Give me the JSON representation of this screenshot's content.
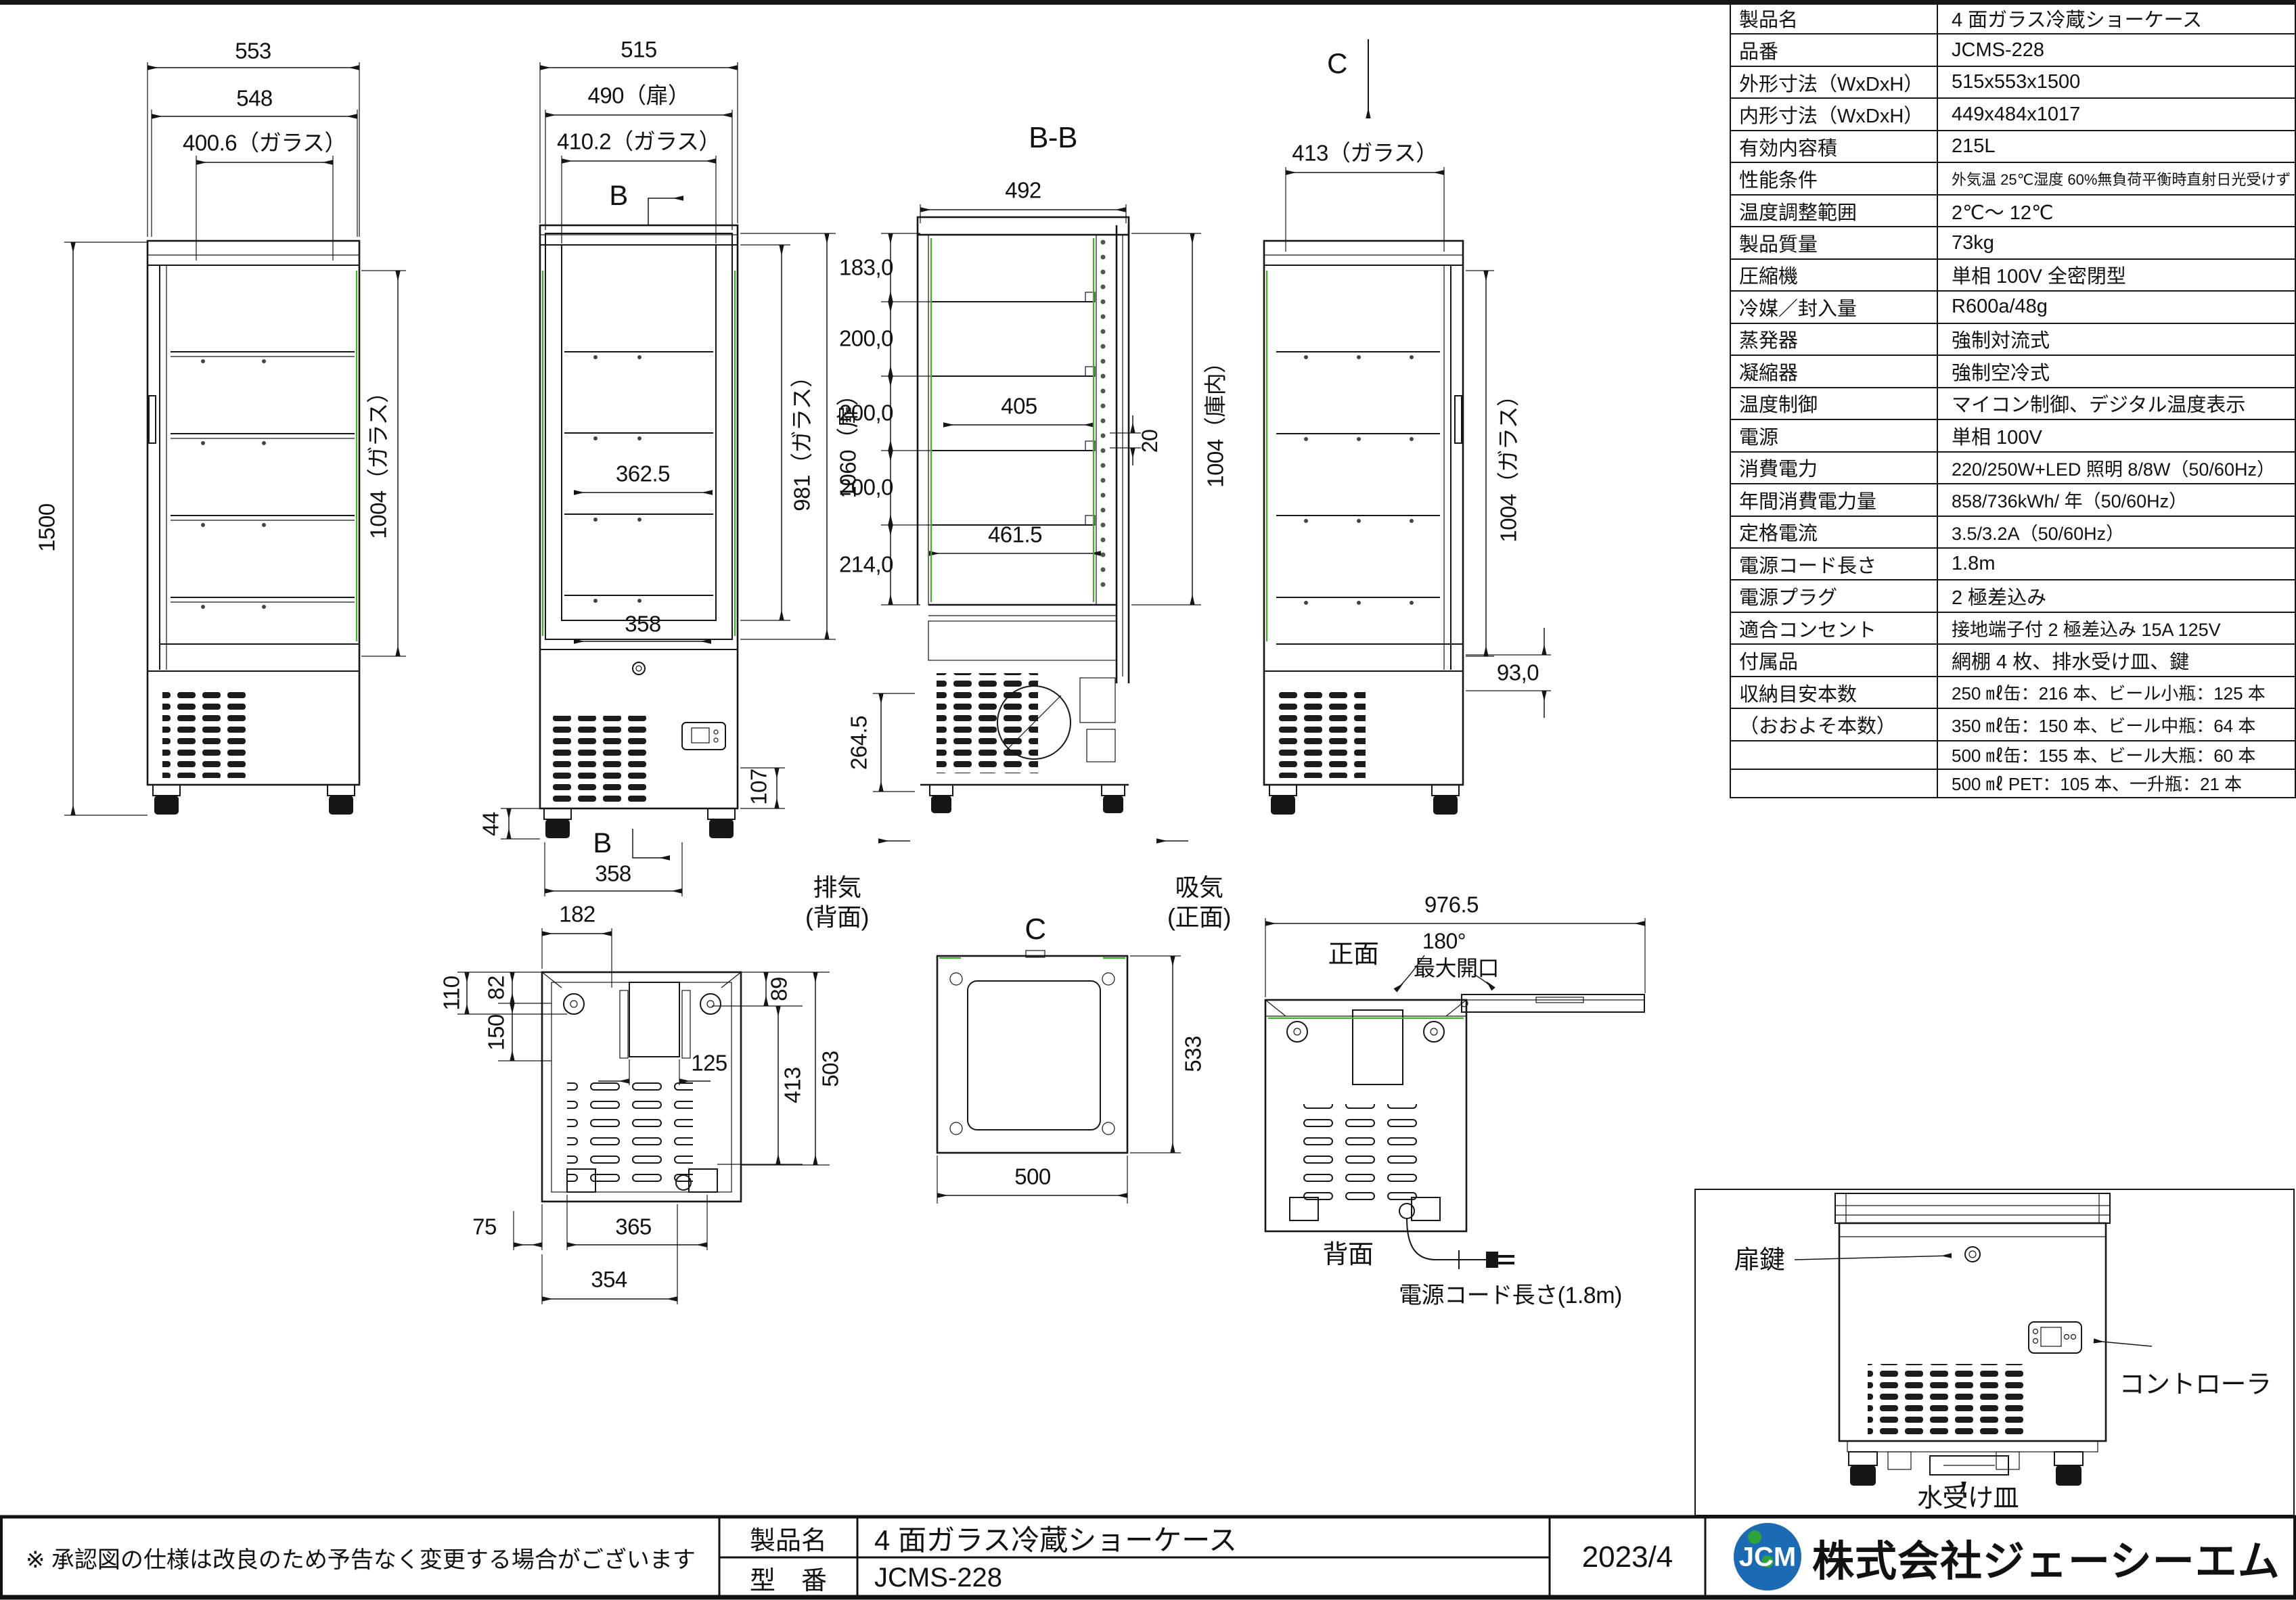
{
  "sheet": {
    "disclaimer": "※ 承認図の仕様は改良のため予告なく変更する場合がございます",
    "product_label": "製品名",
    "product_value": "4 面ガラス冷蔵ショーケース",
    "model_label": "型　番",
    "model_value": "JCMS-228",
    "date": "2023/4",
    "company": "株式会社ジェーシーエム",
    "logo_text": "JCM",
    "colors": {
      "line": "#161616",
      "accent_green": "#3fae2a",
      "logo_blue": "#1b6ab3",
      "logo_green": "#2ea23c"
    }
  },
  "spec_table": {
    "rows": [
      {
        "label": "製品名",
        "value": "4 面ガラス冷蔵ショーケース"
      },
      {
        "label": "品番",
        "value": "JCMS-228"
      },
      {
        "label": "外形寸法（WxDxH）",
        "value": "515x553x1500"
      },
      {
        "label": "内形寸法（WxDxH）",
        "value": "449x484x1017"
      },
      {
        "label": "有効内容積",
        "value": "215L"
      },
      {
        "label": "性能条件",
        "value": "外気温 25℃湿度 60%無負荷平衡時直射日光受けず"
      },
      {
        "label": "温度調整範囲",
        "value": "2℃～ 12℃"
      },
      {
        "label": "製品質量",
        "value": "73kg"
      },
      {
        "label": "圧縮機",
        "value": "単相 100V  全密閉型"
      },
      {
        "label": "冷媒／封入量",
        "value": "R600a/48g"
      },
      {
        "label": "蒸発器",
        "value": "強制対流式"
      },
      {
        "label": "凝縮器",
        "value": "強制空冷式"
      },
      {
        "label": "温度制御",
        "value": "マイコン制御、デジタル温度表示"
      },
      {
        "label": "電源",
        "value": "単相 100V"
      },
      {
        "label": "消費電力",
        "value": "220/250W+LED 照明 8/8W（50/60Hz）"
      },
      {
        "label": "年間消費電力量",
        "value": "858/736kWh/ 年（50/60Hz）"
      },
      {
        "label": "定格電流",
        "value": "3.5/3.2A（50/60Hz）"
      },
      {
        "label": "電源コード長さ",
        "value": "1.8m"
      },
      {
        "label": "電源プラグ",
        "value": "2 極差込み"
      },
      {
        "label": "適合コンセント",
        "value": "接地端子付 2 極差込み 15A  125V"
      },
      {
        "label": "付属品",
        "value": "網棚 4 枚、排水受け皿、鍵"
      },
      {
        "label": "収納目安本数",
        "value": "250 ㎖缶：216 本、ビール小瓶：125 本"
      },
      {
        "label": "（おおよそ本数）",
        "value": "350 ㎖缶：150 本、ビール中瓶：64 本"
      },
      {
        "label": "",
        "value": "500 ㎖缶：155 本、ビール大瓶：60 本"
      },
      {
        "label": "",
        "value": "500 ㎖ PET：105 本、一升瓶：21 本"
      }
    ]
  },
  "views": {
    "side": {
      "d553": "553",
      "d548": "548",
      "d400": "400.6（ガラス）",
      "d1500": "1500",
      "d1004": "1004（ガラス）"
    },
    "front": {
      "d515": "515",
      "d490": "490（扉）",
      "d410": "410.2（ガラス）",
      "b_top": "B",
      "d362": "362.5",
      "d358_shelf": "358",
      "d981": "981（ガラス）",
      "d1060": "1060（扉）",
      "d107": "107",
      "d44": "44",
      "b_bottom": "B",
      "d358_feet": "358"
    },
    "section": {
      "title": "B-B",
      "d492": "492",
      "d183": "183,0",
      "d200a": "200,0",
      "d200b": "200,0",
      "d200c": "200,0",
      "d214": "214,0",
      "d405": "405",
      "d461": "461.5",
      "d20": "20",
      "d1004": "1004（庫内）",
      "d264": "264.5",
      "exhaust": "排気",
      "exhaust_sub": "(背面)",
      "intake": "吸気",
      "intake_sub": "(正面)"
    },
    "right": {
      "c": "C",
      "d413": "413（ガラス）",
      "d1004": "1004（ガラス）",
      "d93": "93,0"
    },
    "bottom": {
      "d182": "182",
      "d110": "110",
      "d82": "82",
      "d150": "150",
      "d125": "125",
      "d89": "89",
      "d413": "413",
      "d503": "503",
      "d75": "75",
      "d365": "365",
      "d354": "354"
    },
    "cview": {
      "c": "C",
      "d500": "500",
      "d533": "533"
    },
    "open": {
      "d976": "976.5",
      "front_label": "正面",
      "deg": "180°",
      "max_open": "最大開口",
      "back_label": "背面",
      "cord": "電源コード長さ(1.8m)"
    },
    "detail": {
      "door_lock": "扉鍵",
      "controller": "コントローラ",
      "drip_tray": "水受け皿"
    }
  }
}
